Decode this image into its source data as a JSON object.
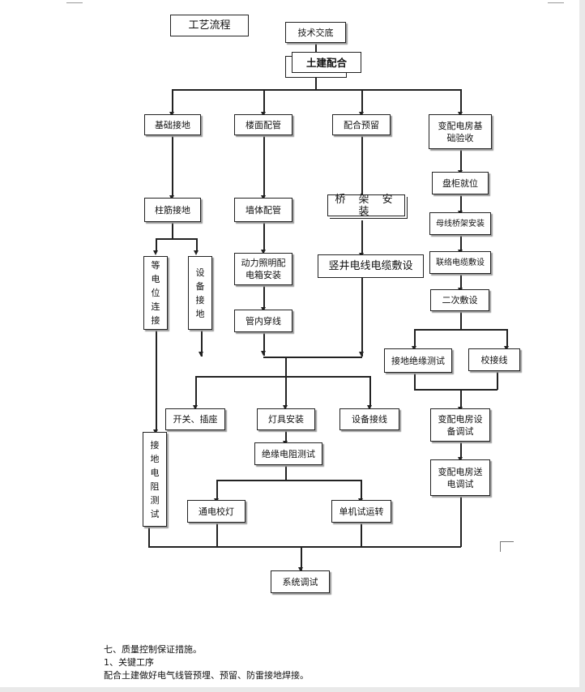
{
  "title": "工艺流程",
  "nodes": {
    "jishujiaodi": "技术交底",
    "tujianpeihe": "土建配合",
    "jichujiedi": "基础接地",
    "loumianpeiguan": "楼面配管",
    "peiheyuliu": "配合预留",
    "biandianfang_jichu": "变配电房基\n础验收",
    "zhujinjiedi": "柱筋接地",
    "qiangtipeiguan": "墙体配管",
    "qiaojiaanzhuang": "桥 架 安 装",
    "panguijiuwei": "盘柜就位",
    "muxianqiaojia": "母线桥架安装",
    "dengdianwei": "等\n电\n位\n连\n接",
    "shebeijiedi": "设\n备\n接\n地",
    "dongli_peixiang": "动力照明配\n电箱安装",
    "shujingdianlan": "竖井电线电缆敷设",
    "lianluodianlan": "联络电缆敷设",
    "erci": "二次敷设",
    "guanneichuanxian": "管内穿线",
    "jiedijueyuan": "接地绝缘测试",
    "jiaojiexian": "校接线",
    "kaiguan": "开关、插座",
    "dengju": "灯具安装",
    "shebeijiexian": "设备接线",
    "biandianfang_tiaoshi": "变配电房设\n备调试",
    "jiedidianzu": "接\n地\n电\n阻\n测\n试",
    "jueyuandianzu": "绝缘电阻测试",
    "biandianfang_songdian": "变配电房送\n电调试",
    "tongdian": "通电校灯",
    "danji": "单机试运转",
    "xitong": "系统调试"
  },
  "notes": {
    "heading": "七、质量控制保证措施。",
    "sub": "1、关键工序",
    "body": "配合土建做好电气线管预埋、预留、防雷接地焊接。"
  }
}
